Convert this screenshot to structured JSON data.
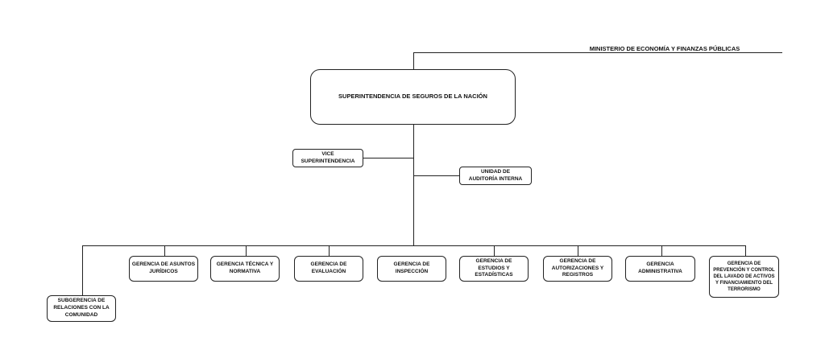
{
  "parent": "MINISTERIO DE ECONOMÍA Y FINANZAS PÚBLICAS",
  "root": "SUPERINTENDENCIA DE SEGUROS DE LA NACIÓN",
  "staff": {
    "vice": "VICE SUPERINTENDENCIA",
    "audit": "UNIDAD DE AUDITORÍA INTERNA"
  },
  "departments": [
    "GERENCIA DE ASUNTOS JURÍDICOS",
    "GERENCIA TÉCNICA Y NORMATIVA",
    "GERENCIA DE EVALUACIÓN",
    "GERENCIA DE INSPECCIÓN",
    "GERENCIA DE ESTUDIOS Y ESTADÍSTICAS",
    "GERENCIA DE AUTORIZACIONES Y REGISTROS",
    "GERENCIA ADMINISTRATIVA",
    "GERENCIA DE PREVENCIÓN Y CONTROL DEL LAVADO DE ACTIVOS Y FINANCIAMIENTO DEL TERRORISMO"
  ],
  "subdepartment": "SUBGERENCIA DE RELACIONES CON LA COMUNIDAD"
}
